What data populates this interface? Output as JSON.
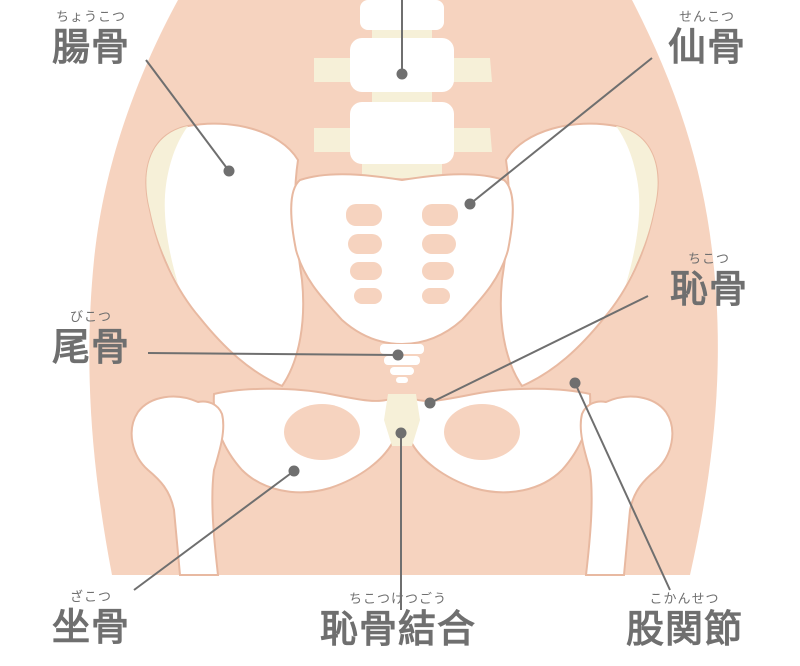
{
  "labels": {
    "ilium": {
      "name": "腸骨",
      "reading": "ちょうこつ"
    },
    "sacrum": {
      "name": "仙骨",
      "reading": "せんこつ"
    },
    "pubis": {
      "name": "恥骨",
      "reading": "ちこつ"
    },
    "coccyx": {
      "name": "尾骨",
      "reading": "びこつ"
    },
    "ischium": {
      "name": "坐骨",
      "reading": "ざこつ"
    },
    "symphysis": {
      "name": "恥骨結合",
      "reading": "ちこつけつごう"
    },
    "hip_joint": {
      "name": "股関節",
      "reading": "こかんせつ"
    }
  },
  "colors": {
    "skin": "#f6d3bf",
    "bone": "#ffffff",
    "cartilage": "#f6f0d8",
    "outline": "#e8b9a1",
    "text": "#6f6f6f",
    "leader": "#6f6f6f"
  }
}
